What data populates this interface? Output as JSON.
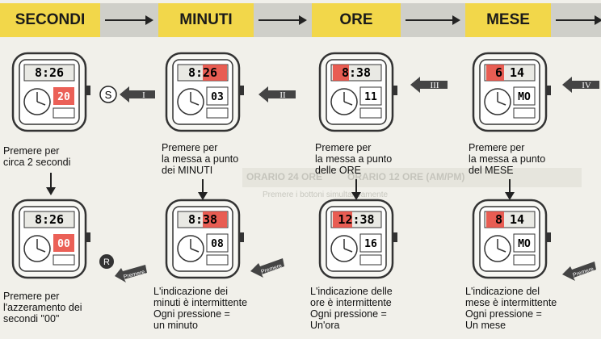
{
  "steps": [
    "SECONDI",
    "MINUTI",
    "ORE",
    "MESE"
  ],
  "background": {
    "ghost1": "ORARIO 24 ORE",
    "ghost2": "ORARIO 12 ORE (AM/PM)",
    "ghost3": "Premere i bottoni simultaneamente"
  },
  "buttons": {
    "s": "S",
    "r": "R",
    "numerals": [
      "I",
      "II",
      "III",
      "IV"
    ],
    "push": "Premere"
  },
  "top_watches": [
    {
      "time": "8:26",
      "flash": "20"
    },
    {
      "time": "8:26",
      "flash": "03"
    },
    {
      "time": "8:38",
      "flash": "11"
    },
    {
      "time": "6 14",
      "flash": "MO"
    }
  ],
  "bottom_watches": [
    {
      "time": "8:26",
      "flash": "00"
    },
    {
      "time": "8:38",
      "flash": "08"
    },
    {
      "time": "12:38",
      "flash": "16"
    },
    {
      "time": "8 14",
      "flash": "MO"
    }
  ],
  "captions": {
    "top": [
      "Premere per\ncirca 2 secondi",
      "Premere per\nla messa a punto\ndei MINUTI",
      "Premere per\nla messa a punto\ndelle ORE",
      "Premere per\nla messa a punto\ndel MESE"
    ],
    "bottom": [
      "Premere per\nl'azzeramento dei\nsecondi \"00\"",
      "L'indicazione dei\nminuti è intermittente\nOgni pressione =\nun minuto",
      "L'indicazione delle\nore è intermittente\nOgni pressione =\nUn'ora",
      "L'indicazione del\nmese è intermittente\nOgni pressione =\nUn mese"
    ]
  },
  "colors": {
    "step": "#f2d74a",
    "flash": "#e8443a",
    "watch": "#333333"
  }
}
